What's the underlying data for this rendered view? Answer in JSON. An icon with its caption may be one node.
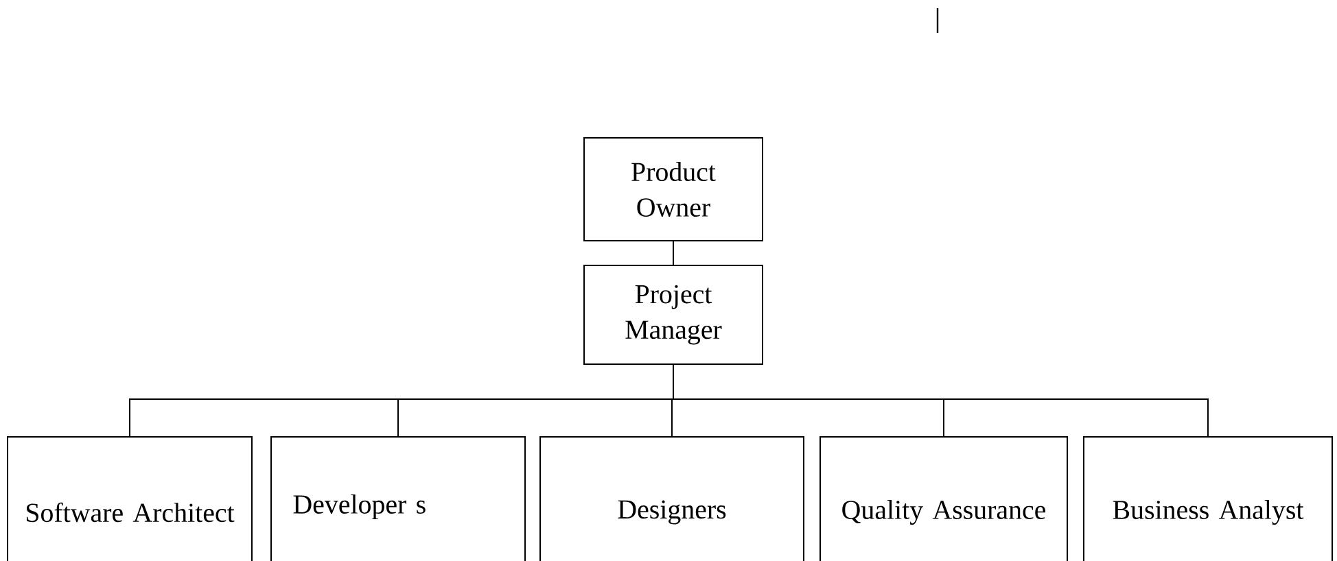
{
  "diagram": {
    "nodes": [
      {
        "text": [
          "Product Owner"
        ]
      },
      {
        "text": [
          "Project Manager"
        ]
      },
      {
        "text": [
          "Software Architect"
        ]
      },
      {
        "text": [
          "Developer s"
        ]
      },
      {
        "text": [
          "Designers"
        ]
      },
      {
        "text": [
          "Quality Assurance"
        ]
      },
      {
        "text": [
          "Business Analyst"
        ]
      }
    ],
    "edges": [
      {
        "from": 0,
        "to": 1,
        "arrow": "none"
      },
      {
        "from": 1,
        "to": 2,
        "arrow": "none"
      },
      {
        "from": 1,
        "to": 3,
        "arrow": "none"
      },
      {
        "from": 1,
        "to": 4,
        "arrow": "none"
      },
      {
        "from": 1,
        "to": 5,
        "arrow": "none"
      },
      {
        "from": 1,
        "to": 6,
        "arrow": "none"
      }
    ]
  }
}
